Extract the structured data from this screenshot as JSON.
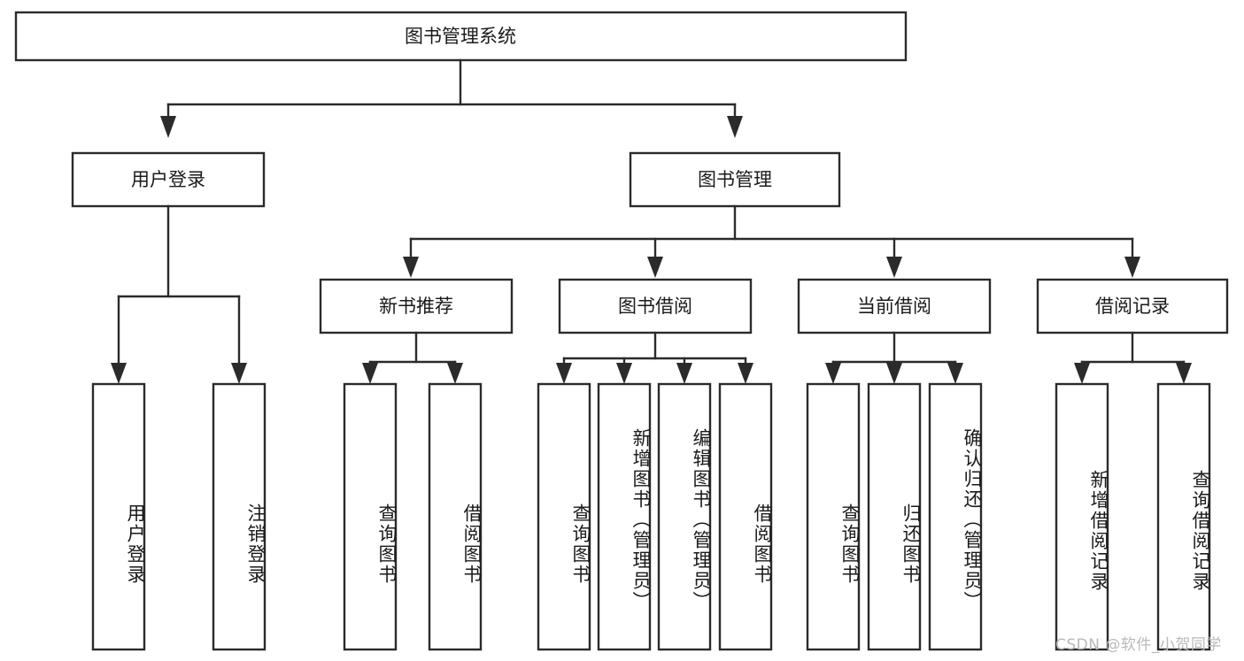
{
  "diagram": {
    "type": "tree-hierarchy-flowchart",
    "root": {
      "id": "root",
      "label": "图书管理系统",
      "orientation": "horizontal"
    },
    "level2": [
      {
        "id": "user-login",
        "label": "用户登录",
        "orientation": "horizontal"
      },
      {
        "id": "book-manage",
        "label": "图书管理",
        "orientation": "horizontal"
      }
    ],
    "level3": [
      {
        "id": "new-book-recommend",
        "label": "新书推荐",
        "orientation": "horizontal",
        "parent": "book-manage"
      },
      {
        "id": "book-borrow",
        "label": "图书借阅",
        "orientation": "horizontal",
        "parent": "book-manage"
      },
      {
        "id": "current-borrow",
        "label": "当前借阅",
        "orientation": "horizontal",
        "parent": "book-manage"
      },
      {
        "id": "borrow-record",
        "label": "借阅记录",
        "orientation": "horizontal",
        "parent": "book-manage"
      }
    ],
    "leaves": [
      {
        "id": "leaf-user-login",
        "label": "用户登录",
        "orientation": "vertical",
        "parent": "user-login"
      },
      {
        "id": "leaf-user-logout",
        "label": "注销登录",
        "orientation": "vertical",
        "parent": "user-login"
      },
      {
        "id": "leaf-query-book-1",
        "label": "查询图书",
        "orientation": "vertical",
        "parent": "new-book-recommend"
      },
      {
        "id": "leaf-borrow-book-1",
        "label": "借阅图书",
        "orientation": "vertical",
        "parent": "new-book-recommend"
      },
      {
        "id": "leaf-query-book-2",
        "label": "查询图书",
        "orientation": "vertical",
        "parent": "book-borrow"
      },
      {
        "id": "leaf-add-book",
        "label": "新增图书（管理员）",
        "orientation": "vertical",
        "parent": "book-borrow"
      },
      {
        "id": "leaf-edit-book",
        "label": "编辑图书（管理员）",
        "orientation": "vertical",
        "parent": "book-borrow"
      },
      {
        "id": "leaf-borrow-book-2",
        "label": "借阅图书",
        "orientation": "vertical",
        "parent": "book-borrow"
      },
      {
        "id": "leaf-query-book-3",
        "label": "查询图书",
        "orientation": "vertical",
        "parent": "current-borrow"
      },
      {
        "id": "leaf-return-book",
        "label": "归还图书",
        "orientation": "vertical",
        "parent": "current-borrow"
      },
      {
        "id": "leaf-confirm-return",
        "label": "确认归还（管理员）",
        "orientation": "vertical",
        "parent": "current-borrow"
      },
      {
        "id": "leaf-add-record",
        "label": "新增借阅记录",
        "orientation": "vertical",
        "parent": "borrow-record"
      },
      {
        "id": "leaf-query-record",
        "label": "查询借阅记录",
        "orientation": "vertical",
        "parent": "borrow-record"
      }
    ],
    "colors": {
      "stroke": "#2b2b2b",
      "fill": "#ffffff",
      "text": "#1a1a1a",
      "background": "#ffffff",
      "watermark": "#b9b9b9"
    }
  },
  "watermark": {
    "text": "CSDN @软件_小贺同学"
  }
}
